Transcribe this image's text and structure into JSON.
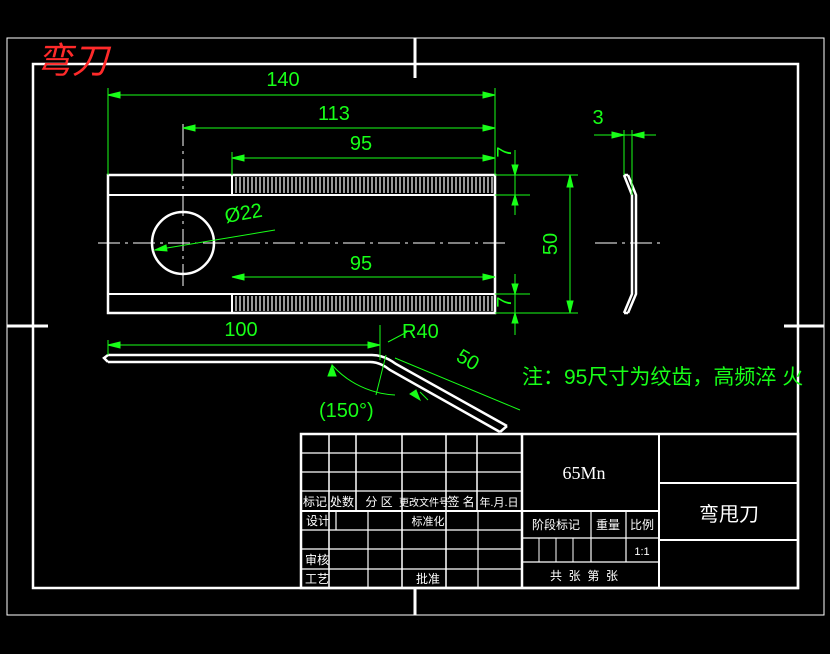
{
  "drawing": {
    "title_mark": "弯刀",
    "note": "注：95尺寸为纹齿，高频淬  火",
    "bend_label": "R40"
  },
  "dims": {
    "overall_length": "140",
    "hole_offset_length": "113",
    "serration_top": "95",
    "serration_bottom": "95",
    "hole_dia": "Ø22",
    "width": "50",
    "edge_top": "7",
    "edge_bottom": "7",
    "thickness": "3",
    "straight_length": "100",
    "bent_length": "50",
    "bend_angle": "(150°)"
  },
  "title_block": {
    "material": "65Mn",
    "part_name": "弯甩刀",
    "headers": [
      "标记",
      "处数",
      "分 区",
      "更改文件号",
      "签 名",
      "年.月.日"
    ],
    "design": "设计",
    "standardize": "标准化",
    "review": "审核",
    "process": "工艺",
    "approve": "批准",
    "stage_mark": "阶段标记",
    "weight": "重量",
    "scale_label": "比例",
    "scale_value": "1:1",
    "sheets": "共  张  第  张"
  }
}
